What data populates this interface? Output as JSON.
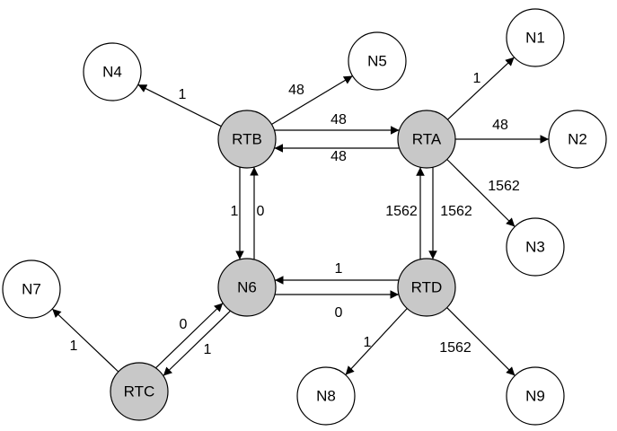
{
  "nodes": [
    {
      "id": "RTA",
      "label": "RTA",
      "type": "router"
    },
    {
      "id": "RTB",
      "label": "RTB",
      "type": "router"
    },
    {
      "id": "RTC",
      "label": "RTC",
      "type": "router"
    },
    {
      "id": "RTD",
      "label": "RTD",
      "type": "router"
    },
    {
      "id": "N1",
      "label": "N1",
      "type": "network"
    },
    {
      "id": "N2",
      "label": "N2",
      "type": "network"
    },
    {
      "id": "N3",
      "label": "N3",
      "type": "network"
    },
    {
      "id": "N4",
      "label": "N4",
      "type": "network"
    },
    {
      "id": "N5",
      "label": "N5",
      "type": "network"
    },
    {
      "id": "N6",
      "label": "N6",
      "type": "router"
    },
    {
      "id": "N7",
      "label": "N7",
      "type": "network"
    },
    {
      "id": "N8",
      "label": "N8",
      "type": "network"
    },
    {
      "id": "N9",
      "label": "N9",
      "type": "network"
    }
  ],
  "edges": [
    {
      "from": "RTA",
      "to": "N1",
      "cost": "1"
    },
    {
      "from": "RTA",
      "to": "N2",
      "cost": "48"
    },
    {
      "from": "RTA",
      "to": "N3",
      "cost": "1562"
    },
    {
      "from": "RTA",
      "to": "RTB",
      "cost": "48"
    },
    {
      "from": "RTB",
      "to": "RTA",
      "cost": "48"
    },
    {
      "from": "RTA",
      "to": "RTD",
      "cost": "1562"
    },
    {
      "from": "RTD",
      "to": "RTA",
      "cost": "1562"
    },
    {
      "from": "RTB",
      "to": "N4",
      "cost": "1"
    },
    {
      "from": "RTB",
      "to": "N5",
      "cost": "48"
    },
    {
      "from": "RTB",
      "to": "N6",
      "cost": "1"
    },
    {
      "from": "N6",
      "to": "RTB",
      "cost": "0"
    },
    {
      "from": "RTD",
      "to": "N6",
      "cost": "1"
    },
    {
      "from": "N6",
      "to": "RTD",
      "cost": "0"
    },
    {
      "from": "N6",
      "to": "RTC",
      "cost": "0"
    },
    {
      "from": "RTC",
      "to": "N6",
      "cost": "1"
    },
    {
      "from": "RTC",
      "to": "N7",
      "cost": "1"
    },
    {
      "from": "RTD",
      "to": "N8",
      "cost": "1"
    },
    {
      "from": "RTD",
      "to": "N9",
      "cost": "1562"
    }
  ]
}
